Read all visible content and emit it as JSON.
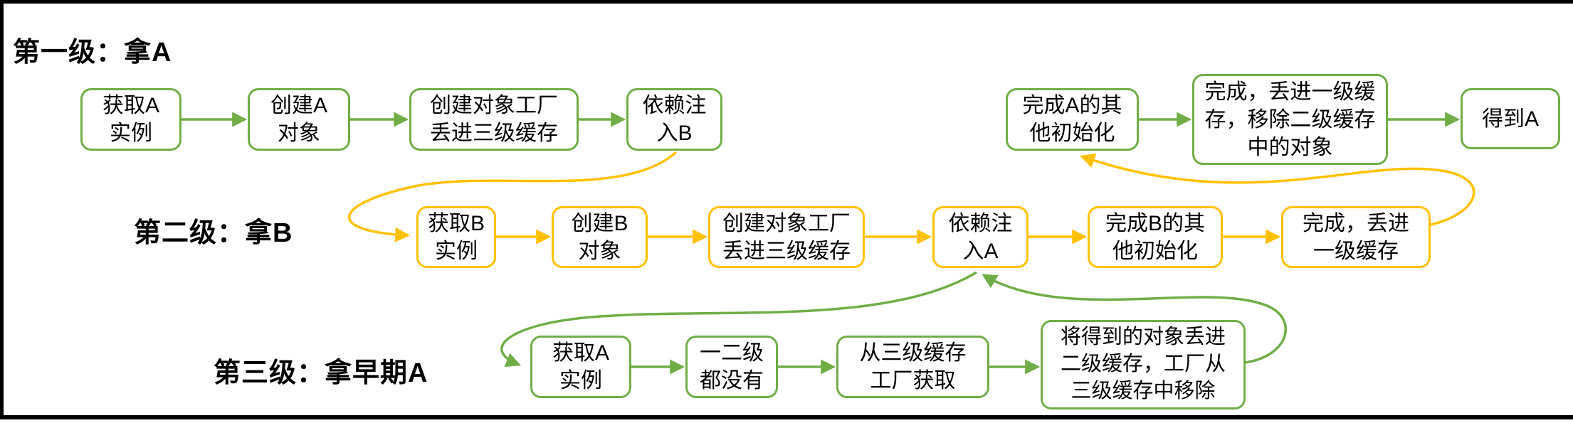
{
  "diagram": {
    "colors": {
      "green": "#70AD47",
      "yellow": "#FFC000",
      "text": "#000000",
      "frame": "#000000",
      "background": "#FFFFFF"
    },
    "levels": [
      {
        "title": "第一级：拿A",
        "accent_color": "#70AD47",
        "boxes": [
          {
            "label": "获取A\n实例"
          },
          {
            "label": "创建A\n对象"
          },
          {
            "label": "创建对象工厂\n丢进三级缓存"
          },
          {
            "label": "依赖注\n入B"
          },
          {
            "label": "完成A的其\n他初始化"
          },
          {
            "label": "完成，丢进一级缓\n存，移除二级缓存\n中的对象"
          },
          {
            "label": "得到A"
          }
        ]
      },
      {
        "title": "第二级：拿B",
        "accent_color": "#FFC000",
        "boxes": [
          {
            "label": "获取B\n实例"
          },
          {
            "label": "创建B\n对象"
          },
          {
            "label": "创建对象工厂\n丢进三级缓存"
          },
          {
            "label": "依赖注\n入A"
          },
          {
            "label": "完成B的其\n他初始化"
          },
          {
            "label": "完成，丢进\n一级缓存"
          }
        ]
      },
      {
        "title": "第三级：拿早期A",
        "accent_color": "#70AD47",
        "boxes": [
          {
            "label": "获取A\n实例"
          },
          {
            "label": "一二级\n都没有"
          },
          {
            "label": "从三级缓存\n工厂获取"
          },
          {
            "label": "将得到的对象丢进\n二级缓存，工厂从\n三级缓存中移除"
          }
        ]
      }
    ],
    "connectors": [
      {
        "from": "依赖注入B",
        "to": "获取B实例",
        "color": "#FFC000"
      },
      {
        "from": "完成，丢进一级缓存",
        "to": "完成A的其他初始化",
        "color": "#FFC000"
      },
      {
        "from": "依赖注入A",
        "to": "获取A实例（第三级）",
        "color": "#70AD47"
      },
      {
        "from": "将得到的对象丢进二级缓存，工厂从三级缓存中移除",
        "to": "依赖注入A",
        "color": "#70AD47"
      }
    ]
  }
}
